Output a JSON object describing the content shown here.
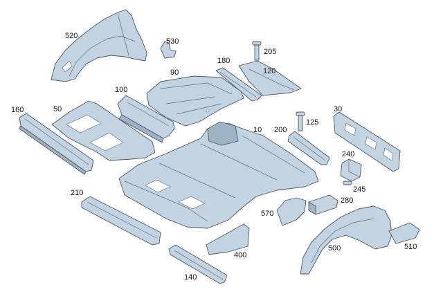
{
  "colors": {
    "part_fill": "#c2d3e2",
    "part_shade": "#9fb3c6",
    "outline": "#4a5560",
    "label": "#111111"
  },
  "labels": {
    "p520": "520",
    "p530": "530",
    "p205": "205",
    "p180": "180",
    "p120": "120",
    "p90": "90",
    "p100": "100",
    "p160": "160",
    "p50": "50",
    "p10": "10",
    "p200": "200",
    "p125": "125",
    "p30": "30",
    "p240": "240",
    "p245": "245",
    "p210": "210",
    "p570": "570",
    "p280": "280",
    "p400": "400",
    "p500": "500",
    "p510": "510",
    "p140": "140"
  }
}
